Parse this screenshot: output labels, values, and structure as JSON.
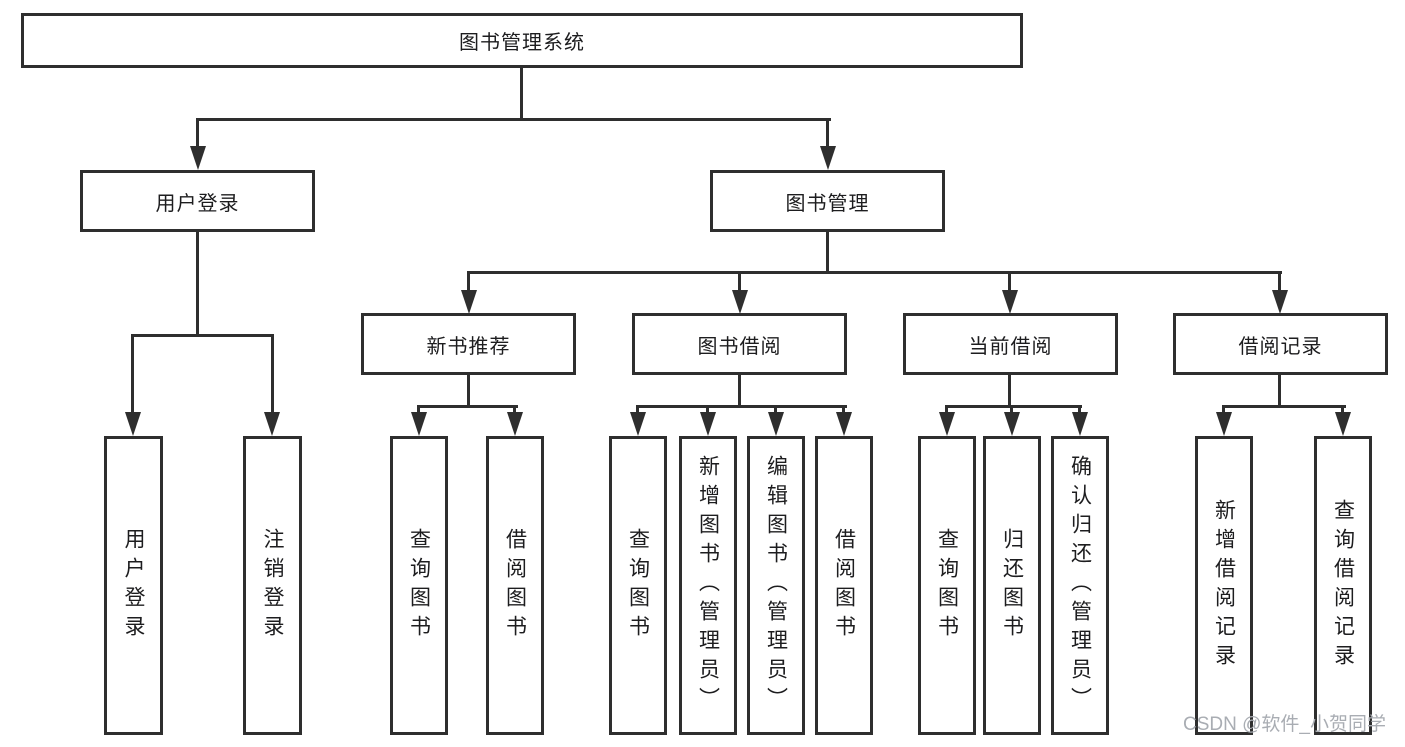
{
  "colors": {
    "background": "#ffffff",
    "line": "#2e2e2e",
    "box_border": "#2e2e2e",
    "box_fill": "#ffffff",
    "text": "#1d1d1f",
    "watermark": "#a9adb3"
  },
  "diagram": {
    "root": {
      "label": "图书管理系统"
    },
    "level2": [
      {
        "label": "用户登录"
      },
      {
        "label": "图书管理"
      }
    ],
    "level3": [
      {
        "label": "新书推荐"
      },
      {
        "label": "图书借阅"
      },
      {
        "label": "当前借阅"
      },
      {
        "label": "借阅记录"
      }
    ],
    "level4": [
      {
        "label": "用户登录"
      },
      {
        "label": "注销登录"
      },
      {
        "label": "查询图书"
      },
      {
        "label": "借阅图书"
      },
      {
        "label": "查询图书"
      },
      {
        "label": "新增图书（管理员）"
      },
      {
        "label": "编辑图书（管理员）"
      },
      {
        "label": "借阅图书"
      },
      {
        "label": "查询图书"
      },
      {
        "label": "归还图书"
      },
      {
        "label": "确认归还（管理员）"
      },
      {
        "label": "新增借阅记录"
      },
      {
        "label": "查询借阅记录"
      }
    ]
  },
  "watermark": {
    "text": "CSDN @软件_小贺同学"
  }
}
